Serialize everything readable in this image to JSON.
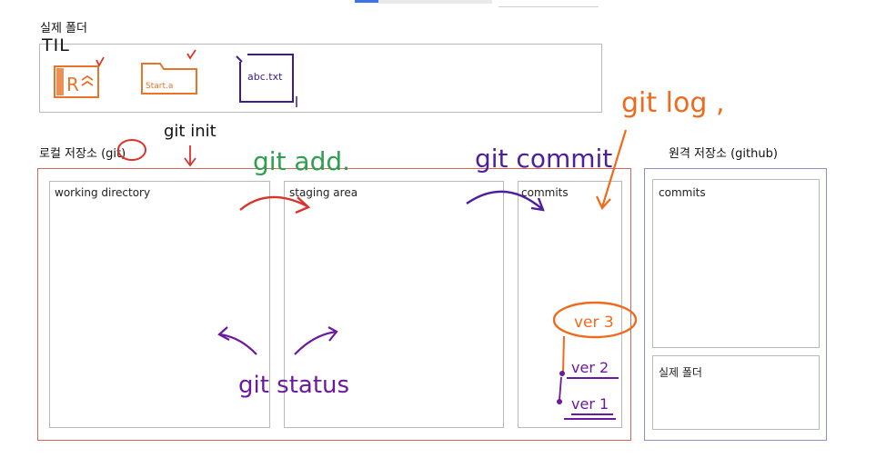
{
  "real_folder": {
    "title": "실제 폴더",
    "handwritten_name": "TIL",
    "file_icons": [
      {
        "name": "R-file",
        "label": "R",
        "color": "#e8742a"
      },
      {
        "name": "folder",
        "label": "Start.a",
        "color": "#e8742a"
      },
      {
        "name": "text-file",
        "label": "abc.txt",
        "color": "#3b1d8f"
      }
    ]
  },
  "local_repo": {
    "title_prefix": "로컬 저장소 (",
    "title_git": "git",
    "title_suffix": ")",
    "areas": [
      {
        "label": "working directory"
      },
      {
        "label": "staging area"
      },
      {
        "label": "commits"
      }
    ],
    "versions": [
      "ver 3",
      "ver 2",
      "ver 1"
    ]
  },
  "remote_repo": {
    "title": "원격 저장소 (github)",
    "sections": [
      {
        "label": "commits"
      },
      {
        "label": "실제 폴더"
      }
    ]
  },
  "annotations": {
    "git_init": "git init",
    "git_add": "git add.",
    "git_commit": "git commit",
    "git_log": "git log ,",
    "git_status": "git status"
  },
  "colors": {
    "local_border": "#d4675c",
    "remote_border": "#8d8fc8",
    "inner_border": "#b9b9b9",
    "green_ink": "#2f9e4f",
    "purple_ink": "#4b1f9e",
    "orange_ink": "#ee6b1e",
    "red_ink": "#d9342b",
    "dark_purple_ink": "#6b1aa0"
  }
}
